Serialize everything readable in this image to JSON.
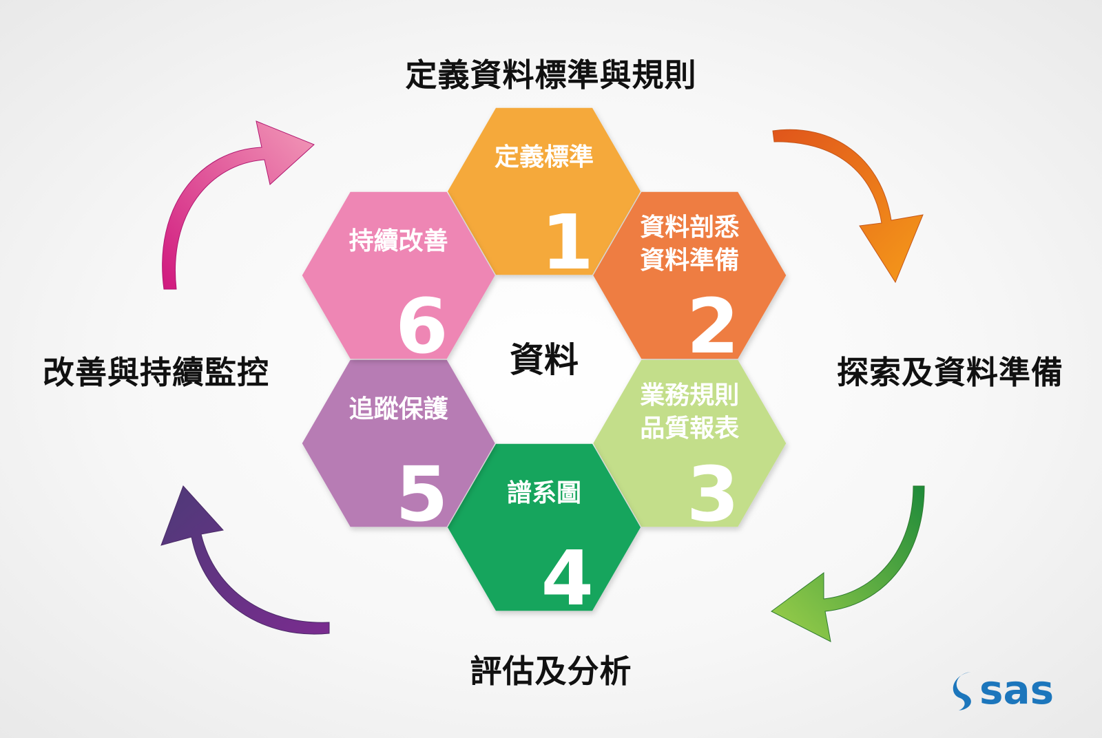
{
  "title": "定義資料標準與規則",
  "phases": {
    "top": "定義資料標準與規則",
    "right": "探索及資料準備",
    "bottom": "評估及分析",
    "left": "改善與持續監控"
  },
  "center_label": "資料",
  "steps": [
    {
      "number": "1",
      "lines": [
        "定義標準"
      ],
      "color": "#F5A93A"
    },
    {
      "number": "2",
      "lines": [
        "資料剖悉",
        "資料準備"
      ],
      "color": "#EE7D43"
    },
    {
      "number": "3",
      "lines": [
        "業務規則",
        "品質報表"
      ],
      "color": "#C3DE8A"
    },
    {
      "number": "4",
      "lines": [
        "譜系圖"
      ],
      "color": "#17A55D"
    },
    {
      "number": "5",
      "lines": [
        "追蹤保護"
      ],
      "color": "#B77BB4"
    },
    {
      "number": "6",
      "lines": [
        "持續改善"
      ],
      "color": "#EE86B4"
    }
  ],
  "arrows": [
    {
      "name": "arrow-top-right",
      "from": "#E0551B",
      "to": "#F59A1A"
    },
    {
      "name": "arrow-bottom-right",
      "from": "#1E8A3A",
      "to": "#9ED04A"
    },
    {
      "name": "arrow-bottom-left",
      "from": "#7A2C8F",
      "to": "#5A3A7A"
    },
    {
      "name": "arrow-top-left",
      "from": "#D0187E",
      "to": "#F29AB8"
    }
  ],
  "logo": {
    "text": "sas",
    "color": "#1C76BC"
  }
}
